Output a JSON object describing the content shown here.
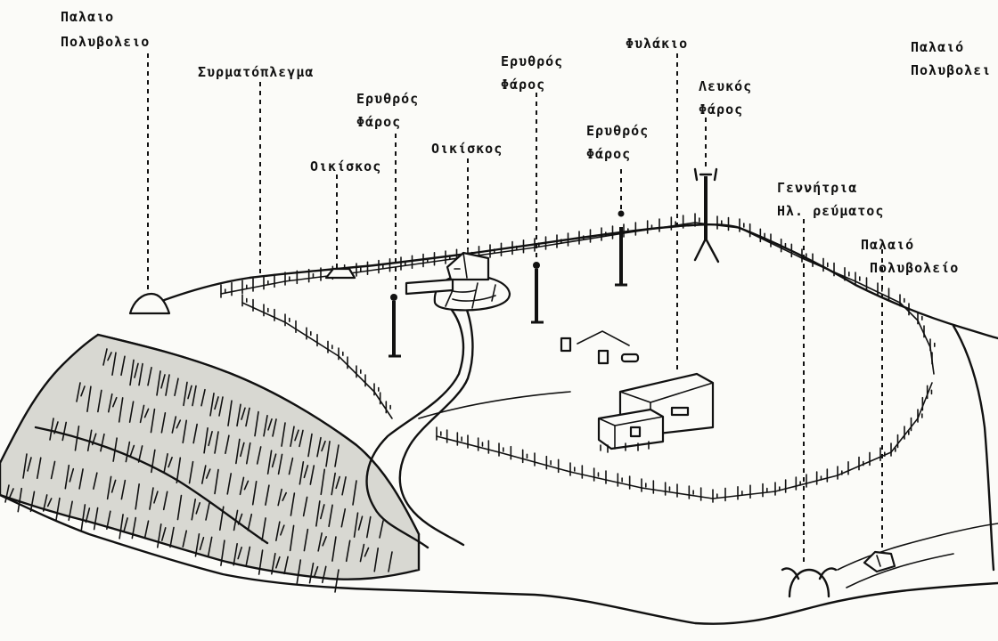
{
  "labels": {
    "old_bunker_left_1": "Παλαιο",
    "old_bunker_left_2": "Πολυβολειο",
    "barbed_wire": "Συρματόπλεγμα",
    "red_light_left_1": "Ερυθρός",
    "red_light_left_2": "Φάρος",
    "hut_small": "Οικίσκος",
    "hut_stone": "Οικίσκος",
    "red_light_center_1": "Ερυθρός",
    "red_light_center_2": "Φάρος",
    "red_light_right_1": "Ερυθρός",
    "red_light_right_2": "Φάρος",
    "guardhouse": "Φυλάκιο",
    "white_light_1": "Λευκός",
    "white_light_2": "Φάρος",
    "generator_1": "Γεννήτρια",
    "generator_2": "Ηλ. ρεύματος",
    "old_bunker_right_top_1": "Παλαιό",
    "old_bunker_right_top_2": "Πολυβολει",
    "old_bunker_right_low_1": "Παλαιό",
    "old_bunker_right_low_2": "Πολυβολείο"
  },
  "icons": {
    "bunker": "bunker-icon",
    "beacon": "beacon-icon",
    "hut": "hut-icon",
    "generator": "generator-icon"
  },
  "colors": {
    "ink": "#111111",
    "paper": "#fbfbf8"
  }
}
